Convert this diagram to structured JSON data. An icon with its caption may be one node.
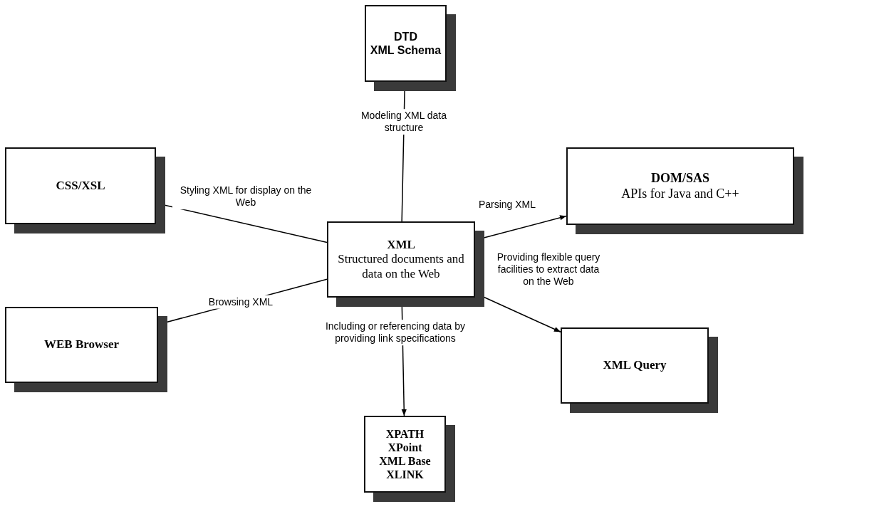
{
  "diagram": {
    "nodes": [
      {
        "text": [
          "DTD",
          "XML Schema"
        ]
      },
      {
        "text": [
          "CSS/XSL"
        ]
      },
      {
        "text": [
          "DOM/SAS",
          "APIs for Java and C++"
        ]
      },
      {
        "text": [
          "XML",
          "Structured documents and data on the Web"
        ]
      },
      {
        "text": [
          "WEB Browser"
        ]
      },
      {
        "text": [
          "XML Query"
        ]
      },
      {
        "text": [
          "XPATH",
          "XPoint",
          "XML Base",
          "XLINK"
        ]
      }
    ],
    "edges": [
      {
        "from": 3,
        "to": 0,
        "arrow": "to",
        "label": "Modeling XML data structure"
      },
      {
        "from": 3,
        "to": 1,
        "arrow": "none",
        "label": "Styling XML for display on the Web"
      },
      {
        "from": 3,
        "to": 2,
        "arrow": "to",
        "label": "Parsing XML"
      },
      {
        "from": 3,
        "to": 4,
        "arrow": "to",
        "label": "Browsing XML"
      },
      {
        "from": 3,
        "to": 5,
        "arrow": "to",
        "label": "Providing flexible query facilities to extract data on the Web"
      },
      {
        "from": 3,
        "to": 6,
        "arrow": "to",
        "label": "Including or referencing data by providing link specifications"
      }
    ]
  }
}
